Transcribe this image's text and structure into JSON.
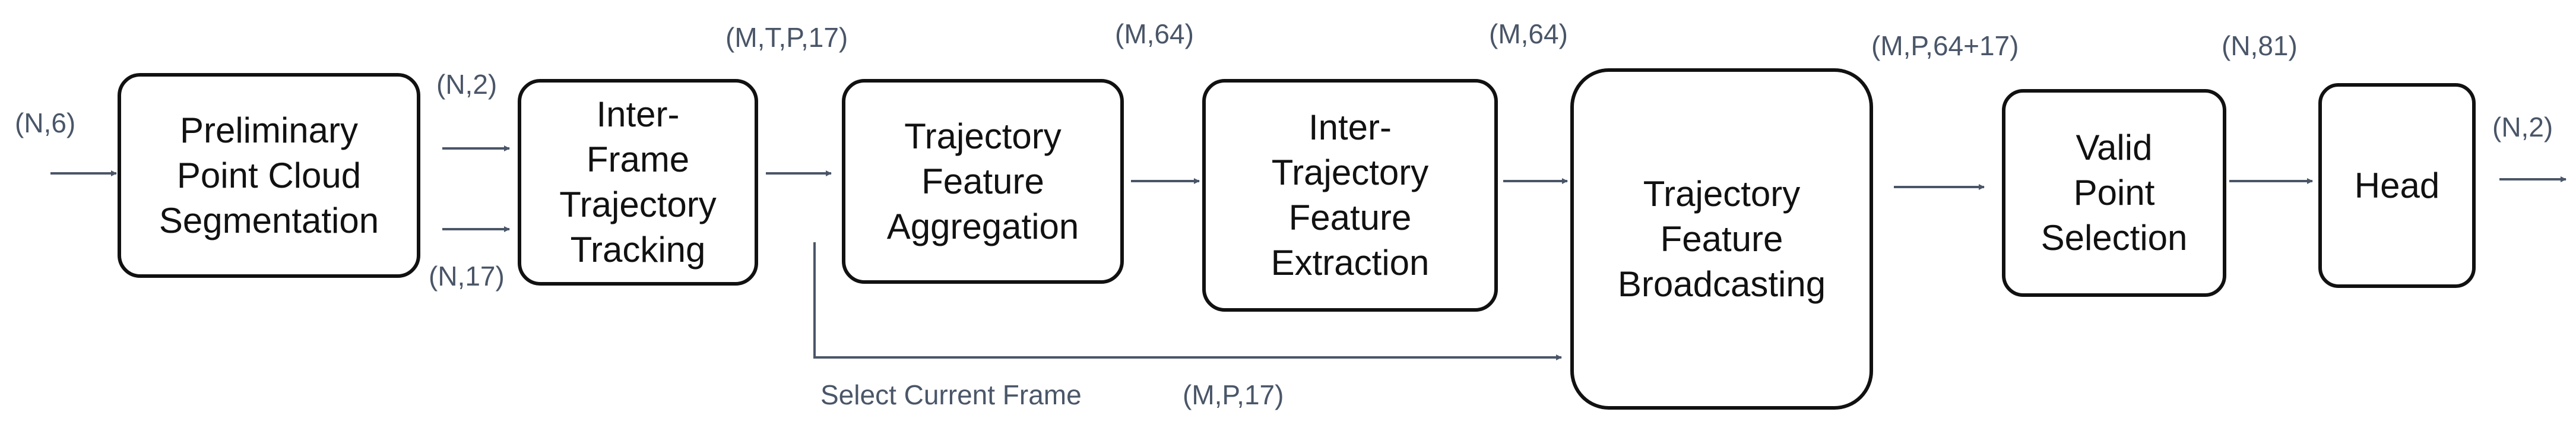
{
  "colors": {
    "stroke": "#111111",
    "arrow": "#4a5668",
    "label": "#4a5668"
  },
  "blocks": {
    "segmentation": {
      "lines": [
        "Preliminary",
        "Point Cloud",
        "Segmentation"
      ]
    },
    "tracking": {
      "lines": [
        "Inter-",
        "Frame",
        "Trajectory",
        "Tracking"
      ]
    },
    "aggregation": {
      "lines": [
        "Trajectory",
        "Feature",
        "Aggregation"
      ]
    },
    "extraction": {
      "lines": [
        "Inter-",
        "Trajectory",
        "Feature",
        "Extraction"
      ]
    },
    "broadcasting": {
      "lines": [
        "Trajectory",
        "Feature",
        "Broadcasting"
      ]
    },
    "selection": {
      "lines": [
        "Valid",
        "Point",
        "Selection"
      ]
    },
    "head": {
      "lines": [
        "Head"
      ]
    }
  },
  "labels": {
    "input_shape": "(N,6)",
    "seg_out_coords": "(N,2)",
    "seg_out_feat": "(N,17)",
    "track_out": "(M,T,P,17)",
    "agg_out": "(M,64)",
    "extract_out": "(M,64)",
    "broadcast_out": "(M,P,64+17)",
    "select_out": "(N,81)",
    "output_shape": "(N,2)",
    "skip_caption": "Select Current Frame",
    "skip_shape": "(M,P,17)"
  }
}
